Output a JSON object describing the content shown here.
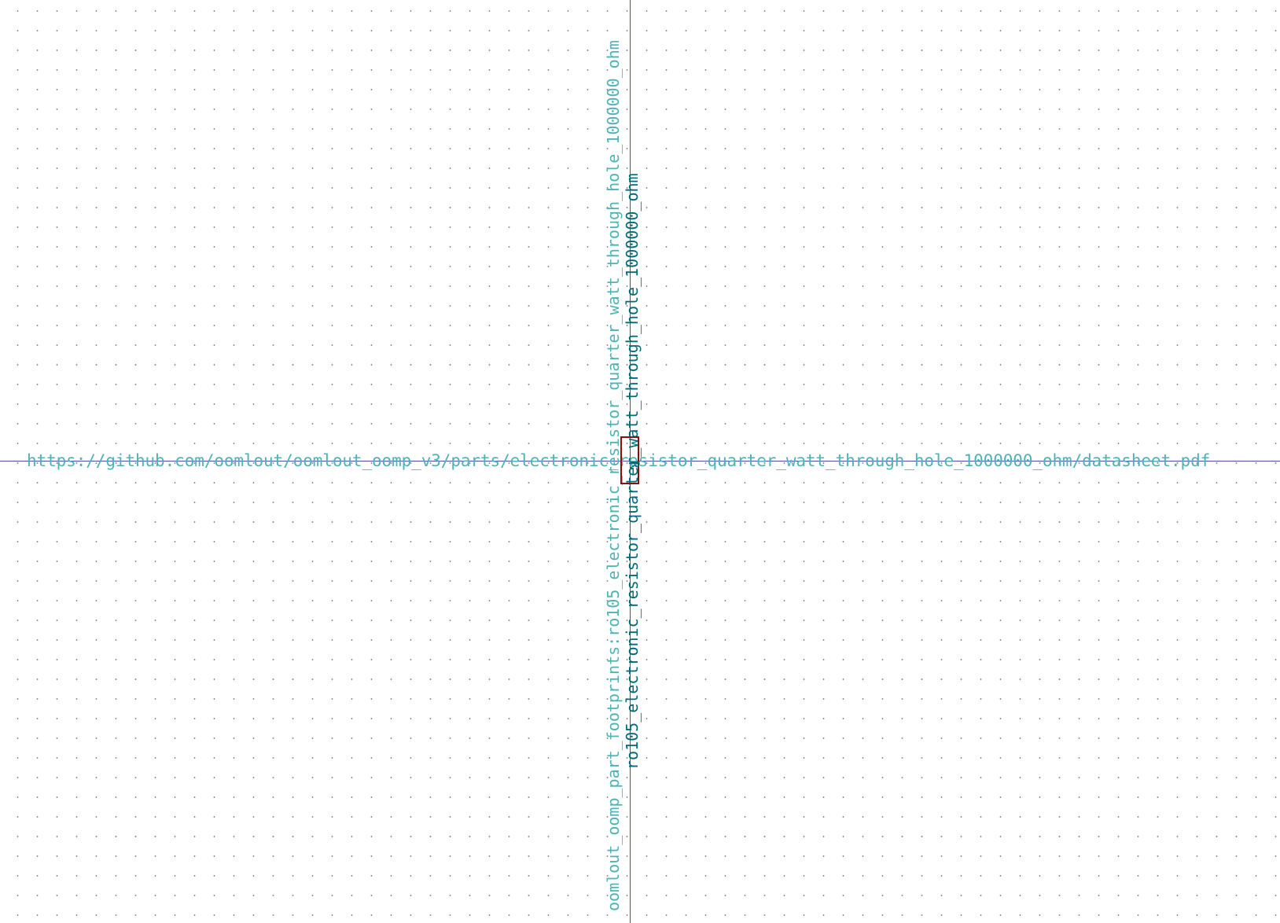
{
  "canvas": {
    "background_color": "#ffffff",
    "grid_dot_color": "#8a8a8a",
    "axis_color": "#4a4ab8"
  },
  "symbol": {
    "datasheet_url": "https://github.com/oomlout/oomlout_oomp_v3/parts/electronic_resistor_quarter_watt_through_hole_1000000_ohm/datasheet.pdf",
    "footprint": "oomlout_oomp_part_footprints:ro105_electronic_resistor_quarter_watt_through_hole_1000000_ohm",
    "value": "ro105_electronic_resistor_quarter_watt_through_hole_1000000_ohm",
    "reference": "R",
    "field_color": "#4fb3b3",
    "value_color": "#006a7a",
    "reference_color": "#006a7a",
    "body_color": "#8b0f0f"
  }
}
